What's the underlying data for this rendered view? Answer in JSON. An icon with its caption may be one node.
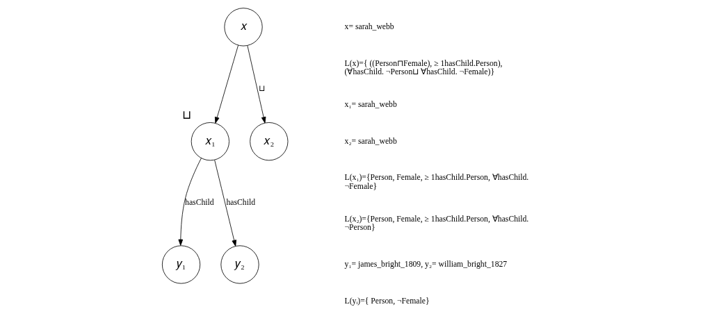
{
  "diagram": {
    "nodes": [
      {
        "text": [
          "𝑥"
        ]
      },
      {
        "text": [
          "𝑥₁"
        ],
        "beside": [
          "⊔"
        ]
      },
      {
        "text": [
          "𝑥₂"
        ]
      },
      {
        "text": [
          "𝑦₁"
        ]
      },
      {
        "text": [
          "𝑦₂"
        ]
      }
    ],
    "edges": [
      {
        "from": 0,
        "to": 1,
        "arrow": "to"
      },
      {
        "from": 0,
        "to": 2,
        "arrow": "to",
        "label": "⊔"
      },
      {
        "from": 1,
        "to": 3,
        "arrow": "to",
        "label": "hasChild"
      },
      {
        "from": 1,
        "to": 4,
        "arrow": "to",
        "label": "hasChild"
      }
    ],
    "labels": [
      "x= sarah_webb",
      "L(x)={ ((Person⊓Female), ≥ 1hasChild.Person), (∀hasChild. ¬Person⊔ ∀hasChild. ¬Female)}",
      "x₁= sarah_webb",
      "x₂= sarah_webb",
      "L(x₁)={Person, Female, ≥ 1hasChild.Person, ∀hasChild. ¬Female}",
      "L(x₂)={Person, Female, ≥ 1hasChild.Person, ∀hasChild. ¬Person}",
      "y₁= james_bright_1809, y₂= william_bright_1827",
      "L(yᵢ)={ Person, ¬Female}"
    ]
  }
}
